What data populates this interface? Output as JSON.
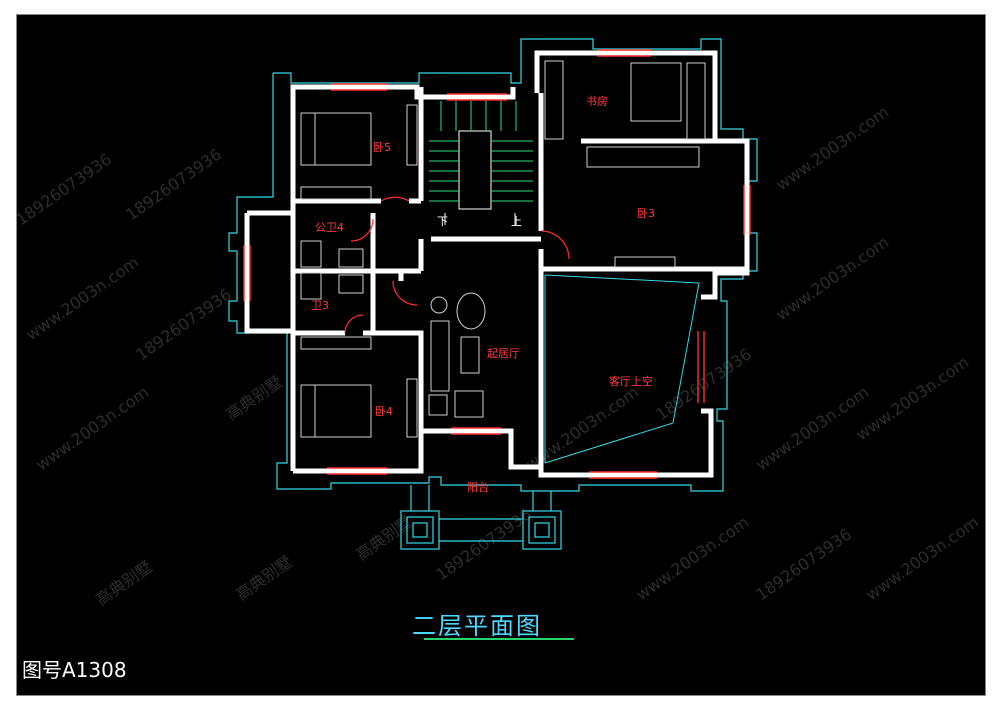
{
  "plan_title": "二层平面图",
  "drawing_number": "图号A1308",
  "rooms": {
    "study": "书房",
    "bedroom3": "卧3",
    "bedroom5": "卧5",
    "bedroom4": "卧4",
    "public_bath4": "公卫4",
    "bath3": "卫3",
    "family_room": "起居厅",
    "living_void": "客厅上空",
    "balcony": "阳台"
  },
  "stairs": {
    "down": "下",
    "up": "上"
  },
  "watermark": {
    "phone": "18926073936",
    "site": "www.2003n.com",
    "brand": "高典别墅"
  },
  "colors": {
    "wall": "#ffffff",
    "outline": "#35d8e6",
    "window": "#ff2d2d",
    "furniture": "#d0d0d0",
    "stair": "#2fe07a",
    "label": "#ff3b3b",
    "title": "#4fd8ff"
  }
}
